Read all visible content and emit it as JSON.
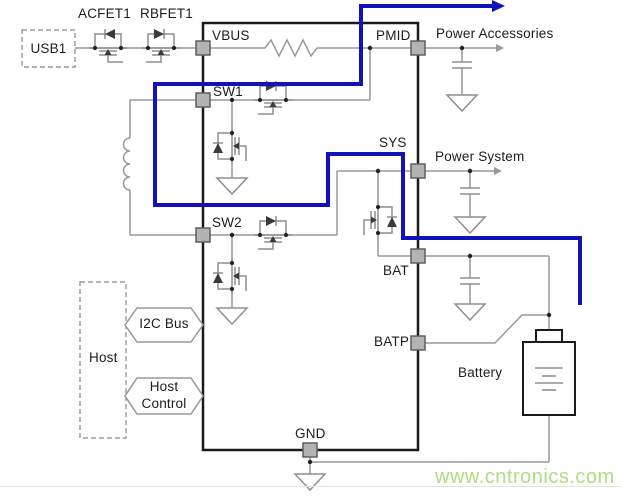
{
  "labels": {
    "acfet1": "ACFET1",
    "rbfet1": "RBFET1",
    "usb1": "USB1",
    "vbus": "VBUS",
    "pmid": "PMID",
    "power_accessories": "Power Accessories",
    "sw1": "SW1",
    "sys": "SYS",
    "power_system": "Power System",
    "sw2": "SW2",
    "bat": "BAT",
    "batp": "BATP",
    "battery": "Battery",
    "host": "Host",
    "i2c_bus": "I2C Bus",
    "host_control_line1": "Host",
    "host_control_line2": "Control",
    "gnd": "GND",
    "watermark": "www.cntronics.com"
  },
  "colors": {
    "power_path_blue": "#1212bd",
    "wire_gray": "#999999",
    "symbol_gray": "#8f8f8f",
    "pin_fill": "#b3b3b3",
    "pin_border": "#5e5e5e",
    "ic_border": "#1a1a1a",
    "watermark_green": "#aedd82"
  }
}
